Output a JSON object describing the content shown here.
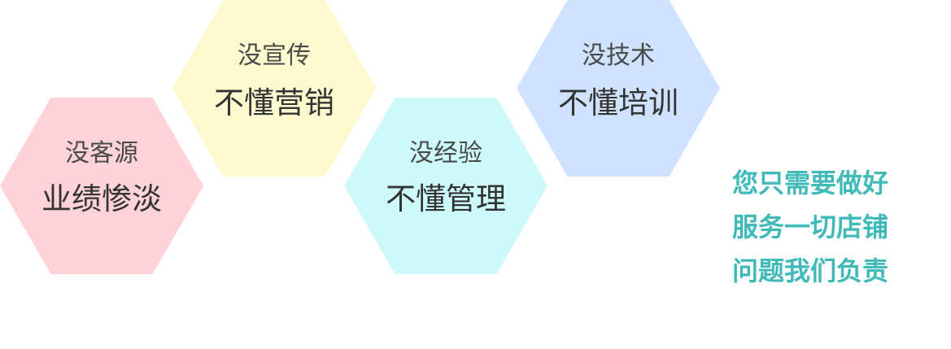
{
  "hexagons": [
    {
      "line1": "没客源",
      "line2": "业绩惨淡",
      "color": "#ffd3d7"
    },
    {
      "line1": "没宣传",
      "line2": "不懂营销",
      "color": "#fff9d0"
    },
    {
      "line1": "没经验",
      "line2": "不懂管理",
      "color": "#cef9fb"
    },
    {
      "line1": "没技术",
      "line2": "不懂培训",
      "color": "#cfe2ff"
    }
  ],
  "slogan": {
    "lines": [
      "您只需要做好",
      "服务一切店铺",
      "问题我们负责"
    ],
    "color": "#3fbab9"
  }
}
